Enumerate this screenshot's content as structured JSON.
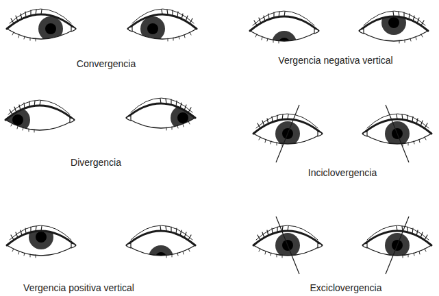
{
  "diagram": {
    "labels": [
      "Convergencia",
      "Vergencia negativa vertical",
      "Divergencia",
      "Inciclovergencia",
      "Vergencia positiva vertical",
      "Exciclovergencia"
    ]
  }
}
